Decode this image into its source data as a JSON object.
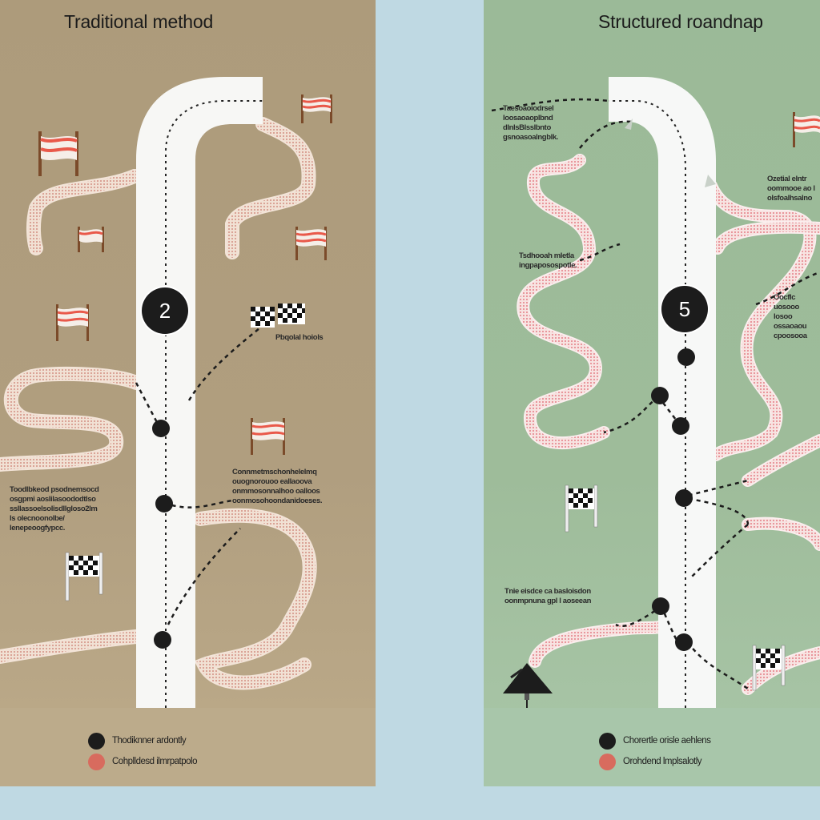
{
  "left_panel": {
    "title": "Traditional method",
    "background": "#ad9b7b",
    "step_marker": "2",
    "notes": {
      "flags_label": "Pbqolal hoiols",
      "center_note": [
        "Connmetmschonhelelmq",
        "ouognorouoo eallaoova",
        "onmmosonnalhoo oalloos",
        "oonmosohoondanidoeses."
      ],
      "left_note": [
        "Toodlbkeod psodnemsocd",
        "osgpmi aoslilasoododtlso",
        "ssllassoelsolisdllgloso2lm",
        "ls olecnoonolbe/",
        "lenepeoogfypcc."
      ]
    },
    "legend": [
      {
        "label": "Thodiknner ardontly",
        "color": "#1c1c1c"
      },
      {
        "label": "Cohplldesd ilmrpatpolo",
        "color": "#d86b5e"
      }
    ]
  },
  "right_panel": {
    "title": "Structured roandnap",
    "background": "#9bba98",
    "step_marker": "5",
    "notes": {
      "top_left": [
        "Taesoaoiodrsel",
        "loosaoaoplbnd",
        "dlnlsBlsslbnto",
        "gsnoasoalngblk."
      ],
      "mid_left": [
        "Tsdhooah mletla",
        "ingpaposospotle."
      ],
      "top_right": [
        "Ozetial elntr",
        "oommooe ao l",
        "olsfoalhsalno"
      ],
      "mid_right": [
        "Oocflc",
        "uosooo",
        "losoo",
        "ossaoaou",
        "cpoosooa"
      ],
      "bottom_left": [
        "Tnie eisdce ca basloisdon",
        "oonmpnuna gpl l aoseean"
      ]
    },
    "legend": [
      {
        "label": "Chorertle orisle aehlens",
        "color": "#1c1c1c"
      },
      {
        "label": "Orohdend lmplsalotly",
        "color": "#d86b5e"
      }
    ]
  },
  "colors": {
    "road": "#f7f7f5",
    "path_pink": "#e7897f",
    "marker": "#1c1c1c",
    "outer_bg": "#bfd9e3"
  }
}
